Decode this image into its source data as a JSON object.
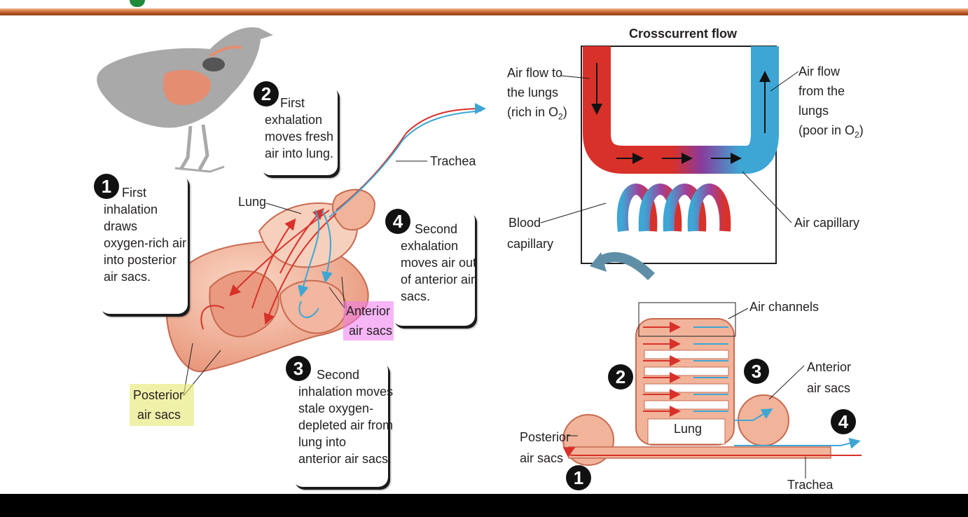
{
  "steps": {
    "s1": {
      "number": "1",
      "text": [
        "First",
        "inhalation",
        "draws",
        "oxygen-rich air",
        "into posterior",
        "air sacs."
      ]
    },
    "s2": {
      "number": "2",
      "text": [
        "First",
        "exhalation",
        "moves fresh",
        "air into lung."
      ]
    },
    "s3": {
      "number": "3",
      "text": [
        "Second",
        "inhalation moves",
        "stale oxygen-",
        "depleted air from",
        "lung into",
        "anterior air sacs."
      ]
    },
    "s4": {
      "number": "4",
      "text": [
        "Second",
        "exhalation",
        "moves air out",
        "of anterior air",
        "sacs."
      ]
    }
  },
  "left_labels": {
    "lung": "Lung",
    "trachea": "Trachea",
    "anterior_air_sacs": [
      "Anterior",
      "air sacs"
    ],
    "posterior_air_sacs": [
      "Posterior",
      "air sacs"
    ]
  },
  "crosscurrent": {
    "title": "Crosscurrent flow",
    "air_flow_to": [
      "Air flow to",
      "the lungs",
      "(rich in O",
      "2",
      ")"
    ],
    "air_flow_from": [
      "Air flow",
      "from the",
      "lungs",
      "(poor in O",
      "2",
      ")"
    ],
    "blood_capillary": [
      "Blood",
      "capillary"
    ],
    "air_capillary": "Air capillary"
  },
  "schematic": {
    "air_channels": "Air channels",
    "anterior_air_sacs": [
      "Anterior",
      "air sacs"
    ],
    "lung": "Lung",
    "posterior_air_sacs": [
      "Posterior",
      "air sacs"
    ],
    "trachea": "Trachea",
    "numbers": [
      "1",
      "2",
      "3",
      "4"
    ]
  },
  "colors": {
    "oxygen_rich": "#d8312a",
    "oxygen_poor": "#3ea6d4",
    "tissue": "#f1b49b",
    "pink_highlight": "#ee78ee",
    "yellow_highlight": "#e6e86e"
  }
}
